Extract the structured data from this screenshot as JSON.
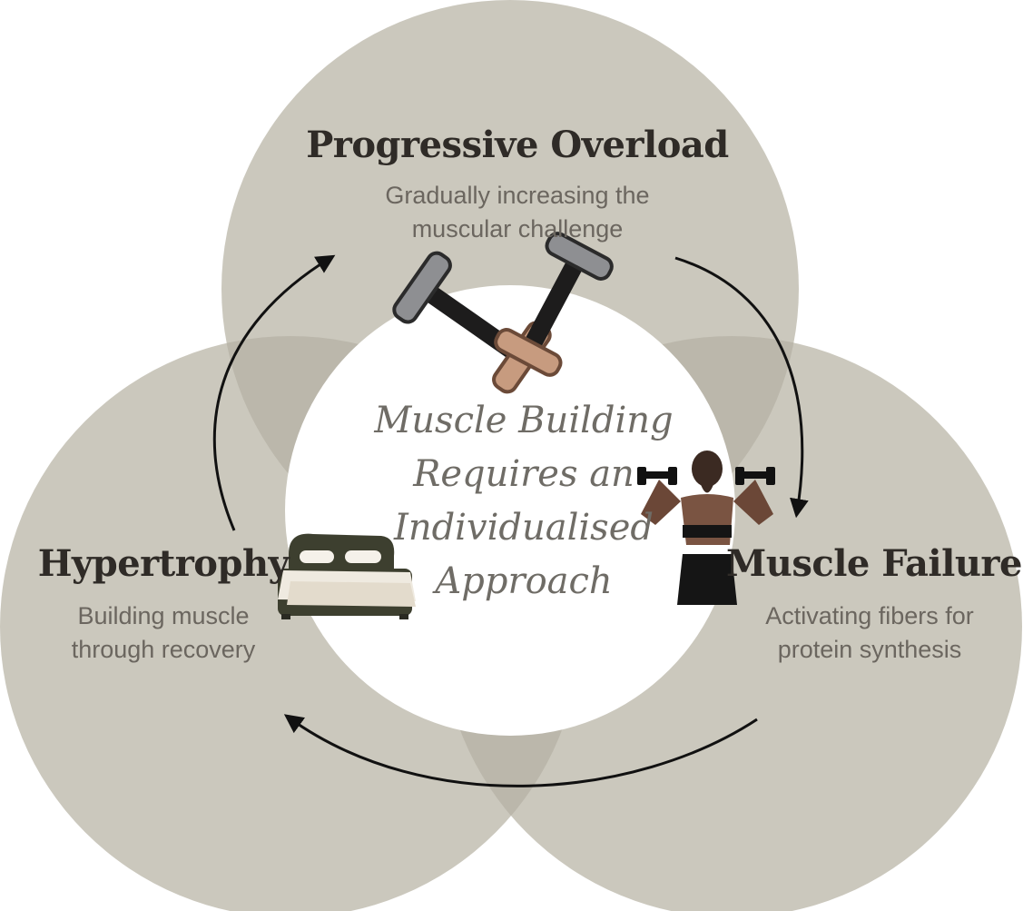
{
  "center": {
    "line1": "Muscle Building",
    "line2": "Requires an",
    "line3": "Individualised",
    "line4": "Approach"
  },
  "nodes": [
    {
      "title": "Progressive Overload",
      "desc1": "Gradually increasing the",
      "desc2": "muscular challenge"
    },
    {
      "title": "Muscle Failure",
      "desc1": "Activating fibers for",
      "desc2": "protein synthesis"
    },
    {
      "title": "Hypertrophy",
      "desc1": "Building muscle",
      "desc2": "through recovery"
    }
  ],
  "colors": {
    "circle_fill": "#cbc8bd",
    "overlap_fill": "#bbb7ab",
    "center_fill": "#ffffff",
    "arrow": "#111111"
  },
  "icons": [
    "dumbbells-icon",
    "woman-lifting-dumbbells-icon",
    "bed-icon"
  ]
}
